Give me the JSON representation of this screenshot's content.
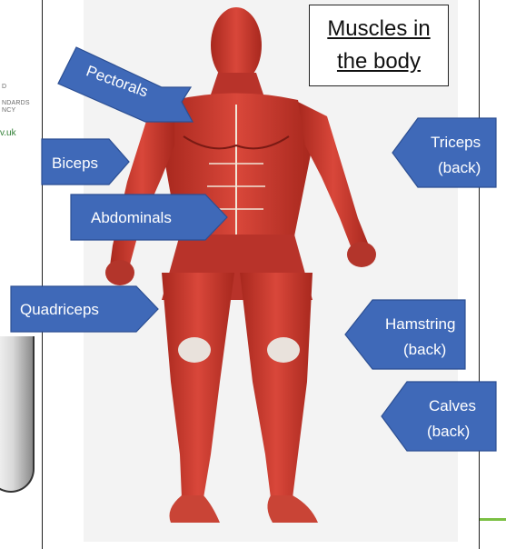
{
  "title": {
    "line1": "Muscles in",
    "line2": "the body"
  },
  "labels": {
    "pectorals": "Pectorals",
    "biceps": "Biceps",
    "abdominals": "Abdominals",
    "quadriceps": "Quadriceps",
    "triceps_1": "Triceps",
    "triceps_2": "(back)",
    "hamstring_1": "Hamstring",
    "hamstring_2": "(back)",
    "calves_1": "Calves",
    "calves_2": "(back)"
  },
  "left_logo": {
    "line1": "D",
    "line2": "NDARDS",
    "line3": "NCY",
    "url": "v.uk"
  },
  "colors": {
    "callout": "#3f69b8",
    "callout_border": "#2c4f93",
    "muscle": "#c0392b",
    "tendon": "#f1e6d8"
  }
}
